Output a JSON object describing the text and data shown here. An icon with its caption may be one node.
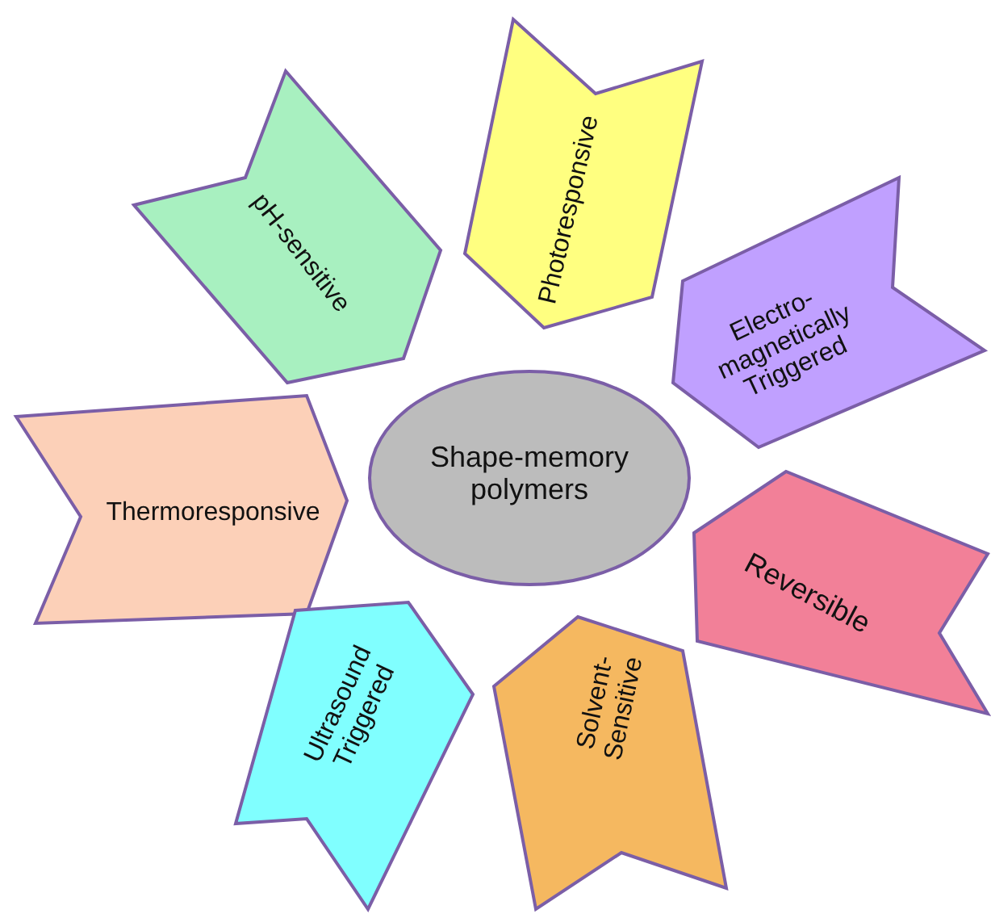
{
  "diagram": {
    "nodes": [
      {
        "text": [
          "pH-sensitive"
        ]
      },
      {
        "text": [
          "Photoresponsive"
        ]
      },
      {
        "text": [
          "Electro- magnetically Triggered"
        ]
      },
      {
        "text": [
          "Thermoresponsive"
        ]
      },
      {
        "text": [
          "Shape-memory polymers"
        ]
      },
      {
        "text": [
          "Reversible"
        ]
      },
      {
        "text": [
          "Ultrasound Triggered"
        ]
      },
      {
        "text": [
          "Solvent- Sensitive"
        ]
      }
    ]
  }
}
